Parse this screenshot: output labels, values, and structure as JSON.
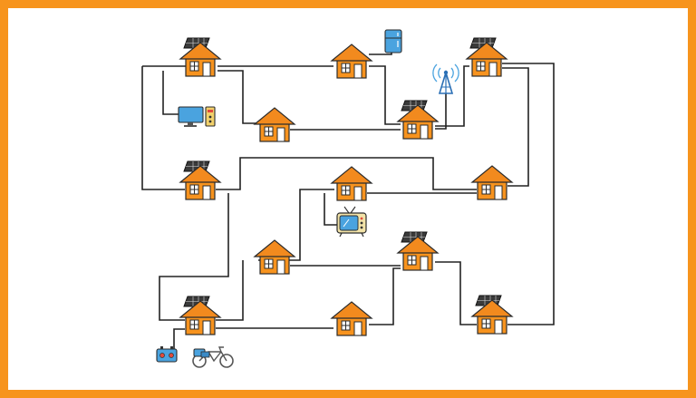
{
  "colors": {
    "frame": "#f7941d",
    "house_roof": "#f28a1e",
    "house_body": "#f7931e",
    "outline": "#2b2b2b",
    "wire": "#222222",
    "panel": "#3a3a3a",
    "device_blue": "#4aa3df"
  },
  "houses": [
    {
      "id": "h1",
      "solar": true
    },
    {
      "id": "h2",
      "solar": false
    },
    {
      "id": "h3",
      "solar": true
    },
    {
      "id": "h4",
      "solar": false
    },
    {
      "id": "h5",
      "solar": true
    },
    {
      "id": "h6",
      "solar": true
    },
    {
      "id": "h7",
      "solar": false
    },
    {
      "id": "h8",
      "solar": false
    },
    {
      "id": "h9",
      "solar": false
    },
    {
      "id": "h10",
      "solar": true
    },
    {
      "id": "h11",
      "solar": true
    },
    {
      "id": "h12",
      "solar": false
    },
    {
      "id": "h13",
      "solar": true
    }
  ],
  "devices": [
    "refrigerator-icon",
    "cell-tower-icon",
    "desktop-computer-icon",
    "television-icon",
    "radio-icon",
    "bicycle-icon"
  ]
}
